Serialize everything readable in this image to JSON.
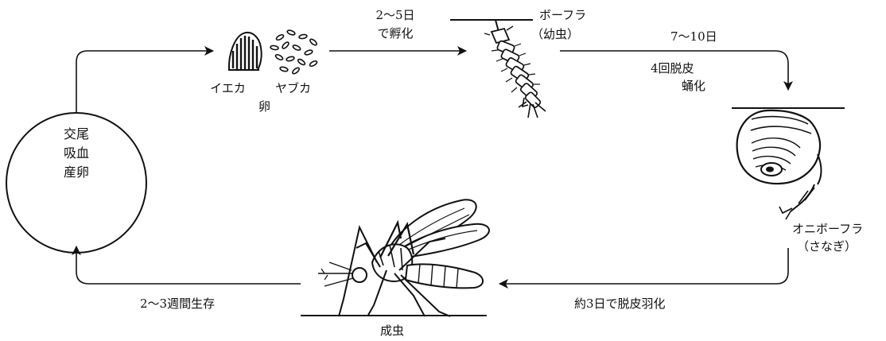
{
  "cycle": {
    "start_circle_lines": [
      "交尾",
      "吸血",
      "産卵"
    ],
    "eggs": {
      "left_label": "イエカ",
      "right_label": "ヤブカ",
      "name": "卵"
    },
    "transitions": {
      "eggs_to_larva_line1": "2〜5日",
      "eggs_to_larva_line2": "で孵化",
      "larva_to_pupa_line1": "7〜10日",
      "larva_to_pupa_line2": "4回脱皮",
      "larva_to_pupa_line3": "蛹化",
      "pupa_to_adult": "約3日で脱皮羽化",
      "adult_to_circle": "2〜3週間生存"
    },
    "larva": {
      "name": "ボーフラ",
      "sub": "（幼虫）"
    },
    "pupa": {
      "name": "オニボーフラ",
      "sub": "（さなぎ）"
    },
    "adult": {
      "name": "成虫"
    }
  },
  "colors": {
    "stroke": "#111111",
    "background": "#ffffff"
  }
}
